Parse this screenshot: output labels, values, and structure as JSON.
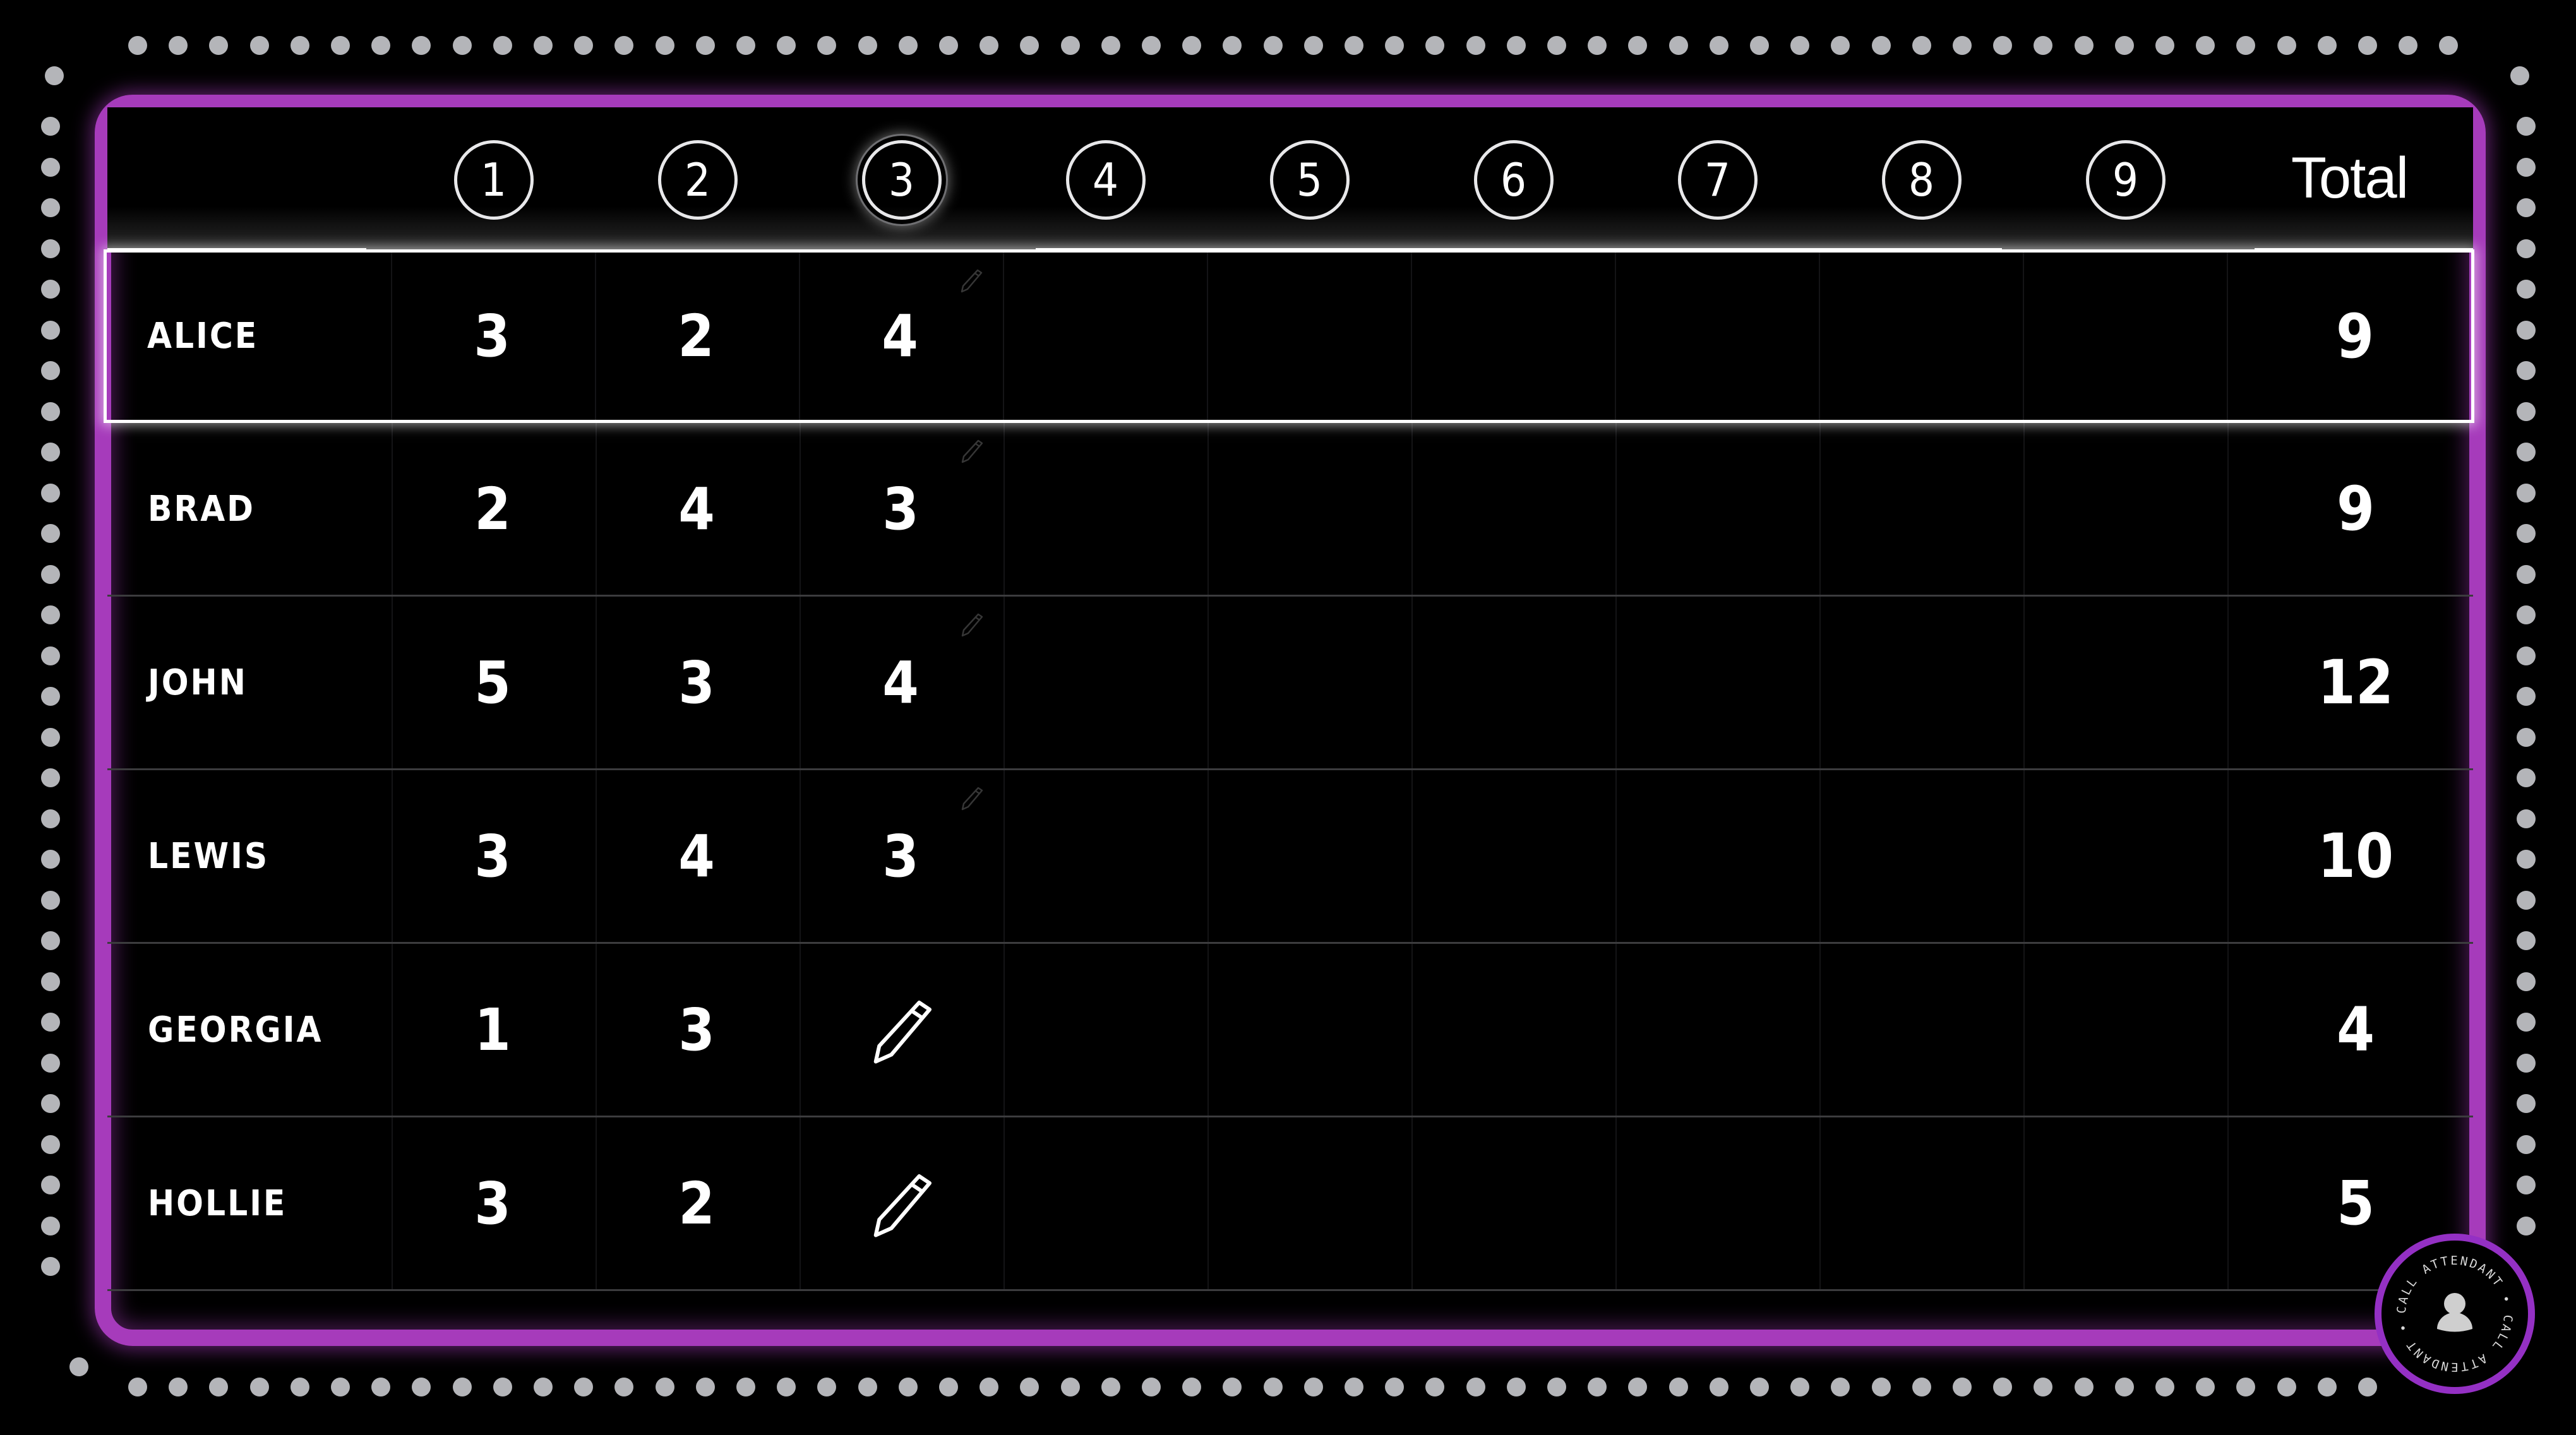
{
  "theme": {
    "frame_color": "#a63bbb",
    "attendant_ring_color": "#9430c4",
    "dot_color": "#b4b5b9",
    "text_color": "#ffffff",
    "background": "#000000"
  },
  "scorecard": {
    "current_hole": 3,
    "holes": [
      {
        "label": "1"
      },
      {
        "label": "2"
      },
      {
        "label": "3"
      },
      {
        "label": "4"
      },
      {
        "label": "5"
      },
      {
        "label": "6"
      },
      {
        "label": "7"
      },
      {
        "label": "8"
      },
      {
        "label": "9"
      }
    ],
    "total_label": "Total",
    "players": [
      {
        "name": "ALICE",
        "scores": [
          "3",
          "2",
          "4",
          "",
          "",
          "",
          "",
          "",
          ""
        ],
        "total": "9",
        "active": true,
        "hole3_state": "scored-editable"
      },
      {
        "name": "BRAD",
        "scores": [
          "2",
          "4",
          "3",
          "",
          "",
          "",
          "",
          "",
          ""
        ],
        "total": "9",
        "active": false,
        "hole3_state": "scored-editable"
      },
      {
        "name": "JOHN",
        "scores": [
          "5",
          "3",
          "4",
          "",
          "",
          "",
          "",
          "",
          ""
        ],
        "total": "12",
        "active": false,
        "hole3_state": "scored-editable"
      },
      {
        "name": "LEWIS",
        "scores": [
          "3",
          "4",
          "3",
          "",
          "",
          "",
          "",
          "",
          ""
        ],
        "total": "10",
        "active": false,
        "hole3_state": "scored-editable"
      },
      {
        "name": "GEORGIA",
        "scores": [
          "1",
          "3",
          "",
          "",
          "",
          "",
          "",
          "",
          ""
        ],
        "total": "4",
        "active": false,
        "hole3_state": "enter-score"
      },
      {
        "name": "HOLLIE",
        "scores": [
          "3",
          "2",
          "",
          "",
          "",
          "",
          "",
          "",
          ""
        ],
        "total": "5",
        "active": false,
        "hole3_state": "enter-score"
      }
    ]
  },
  "call_attendant": {
    "ring_text": "CALL ATTENDANT • CALL ATTENDANT •",
    "icon": "person-icon"
  },
  "icons": {
    "edit": "pencil-icon",
    "attendant": "person-icon"
  }
}
